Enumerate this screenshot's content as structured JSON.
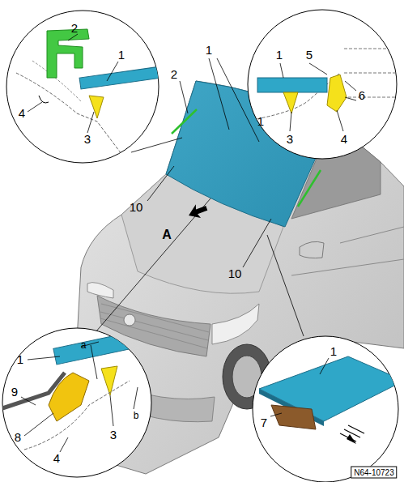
{
  "diagram": {
    "labels": [
      "2",
      "1",
      "4",
      "3",
      "1",
      "2",
      "10",
      "A",
      "10",
      "1",
      "5",
      "6",
      "1",
      "3",
      "4",
      "1",
      "a",
      "b",
      "9",
      "8",
      "3",
      "4",
      "1",
      "7",
      "N64-10723"
    ]
  }
}
